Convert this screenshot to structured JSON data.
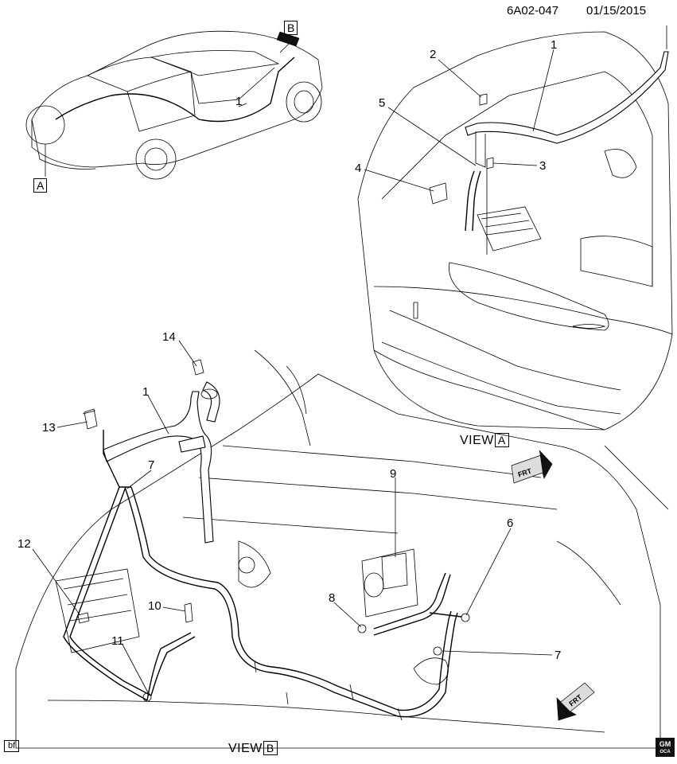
{
  "header": {
    "doc_code": "6A02-047",
    "date": "01/15/2015"
  },
  "views": {
    "view_a_label": "VIEW",
    "view_a_letter": "A",
    "view_b_label": "VIEW",
    "view_b_letter": "B",
    "car_marker_a": "A",
    "car_marker_b": "B"
  },
  "direction": {
    "frt_top": "FRT",
    "frt_bottom": "FRT"
  },
  "callouts": {
    "car_1": "1",
    "a_1": "1",
    "a_2": "2",
    "a_3": "3",
    "a_4": "4",
    "a_5": "5",
    "b_1": "1",
    "b_6": "6",
    "b_7a": "7",
    "b_7b": "7",
    "b_8": "8",
    "b_9": "9",
    "b_10": "10",
    "b_11": "11",
    "b_12": "12",
    "b_13": "13",
    "b_14": "14"
  },
  "footer": {
    "corner_tag": "bf",
    "logo_top": "GM",
    "logo_bottom": "OCA"
  },
  "colors": {
    "line": "#000000",
    "background": "#ffffff"
  }
}
